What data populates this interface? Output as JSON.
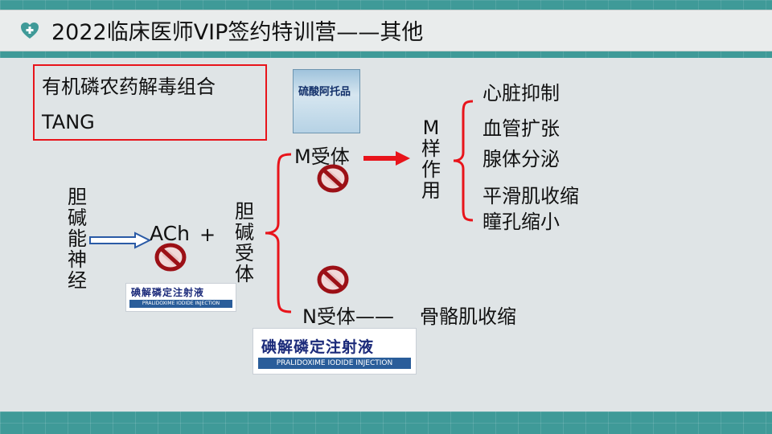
{
  "title": "2022临床医师VIP签约特训营——其他",
  "box": {
    "line1": "有机磷农药解毒组合",
    "line2": "TANG"
  },
  "bottle_label": "硫酸阿托品",
  "nerve": {
    "vertical": [
      "胆",
      "碱",
      "能",
      "神",
      "经"
    ]
  },
  "ach": "ACh",
  "plus": "+",
  "receptor": {
    "vertical": [
      "胆",
      "碱",
      "受",
      "体"
    ]
  },
  "m_receptor": "M受体",
  "m_effect": {
    "vertical": [
      "M",
      "样",
      "作",
      "用"
    ]
  },
  "effects": [
    "心脏抑制",
    "血管扩张",
    "腺体分泌",
    "平滑肌收缩",
    "瞳孔缩小"
  ],
  "n_receptor": "N受体——",
  "n_effect": "骨骼肌收缩",
  "label_small": {
    "cn": "碘解磷定注射液",
    "en": "PRALIDOXIME IODIDE INJECTION"
  },
  "label_large": {
    "cn": "碘解磷定注射液",
    "en": "PRALIDOXIME IODIDE INJECTION"
  },
  "colors": {
    "accent": "#3f9a98",
    "red": "#e8141b",
    "blue": "#2a5d9a"
  }
}
